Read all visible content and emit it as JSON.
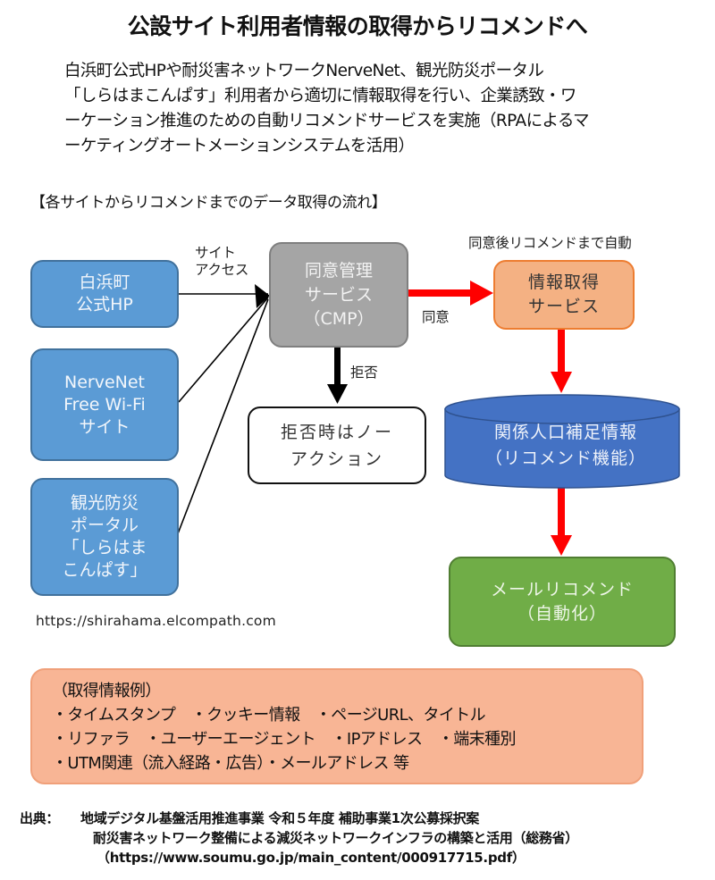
{
  "title": "公設サイト利用者情報の取得からリコメンドへ",
  "intro": {
    "lines": [
      "白浜町公式HPや耐災害ネットワークNerveNet、観光防災ポータル",
      "「しらはまこんぱす」利用者から適切に情報取得を行い、企業誘致・ワ",
      "ーケーション推進のための自動リコメンドサービスを実施（RPAによるマ",
      "ーケティングオートメーションシステムを活用）"
    ]
  },
  "flow_heading": "【各サイトからリコメンドまでのデータ取得の流れ】",
  "diagram": {
    "sources": [
      {
        "label": "白浜町\n公式HP"
      },
      {
        "label": "NerveNet\nFree Wi-Fi\nサイト"
      },
      {
        "label": "観光防災\nポータル\n「しらはま\nこんぱす」"
      }
    ],
    "site_access_label": "サイト\nアクセス",
    "cmp": {
      "label": "同意管理\nサービス\n（CMP）"
    },
    "consent_label": "同意",
    "reject_label": "拒否",
    "reject_box": {
      "label": "拒否時はノー\nアクション"
    },
    "auto_label": "同意後リコメンドまで自動",
    "acquire_box": {
      "label": "情報取得\nサービス"
    },
    "database": {
      "label": "関係人口補足情報\n（リコメンド機能）"
    },
    "mail_box": {
      "label": "メールリコメンド\n（自動化）"
    },
    "url": "https://shirahama.elcompath.com",
    "colors": {
      "source_fill": "#5b9bd5",
      "cmp_fill": "#a5a5a5",
      "acquire_fill": "#f4b183",
      "database_fill": "#4472c4",
      "mail_fill": "#70ad47",
      "consent_arrow": "#ff0000",
      "access_arrow": "#000000"
    }
  },
  "examples": {
    "heading": "（取得情報例）",
    "lines": [
      "・タイムスタンプ　・クッキー情報　・ページURL、タイトル",
      "・リファラ　・ユーザーエージェント　・IPアドレス　・端末種別",
      "・UTM関連（流入経路・広告）・メールアドレス 等"
    ]
  },
  "source": {
    "label": "出典：",
    "lines": [
      "地域デジタル基盤活用推進事業 令和５年度 補助事業1次公募採択案",
      "耐災害ネットワーク整備による減災ネットワークインフラの構築と活用（総務省）",
      "（https://www.soumu.go.jp/main_content/000917715.pdf）"
    ]
  }
}
